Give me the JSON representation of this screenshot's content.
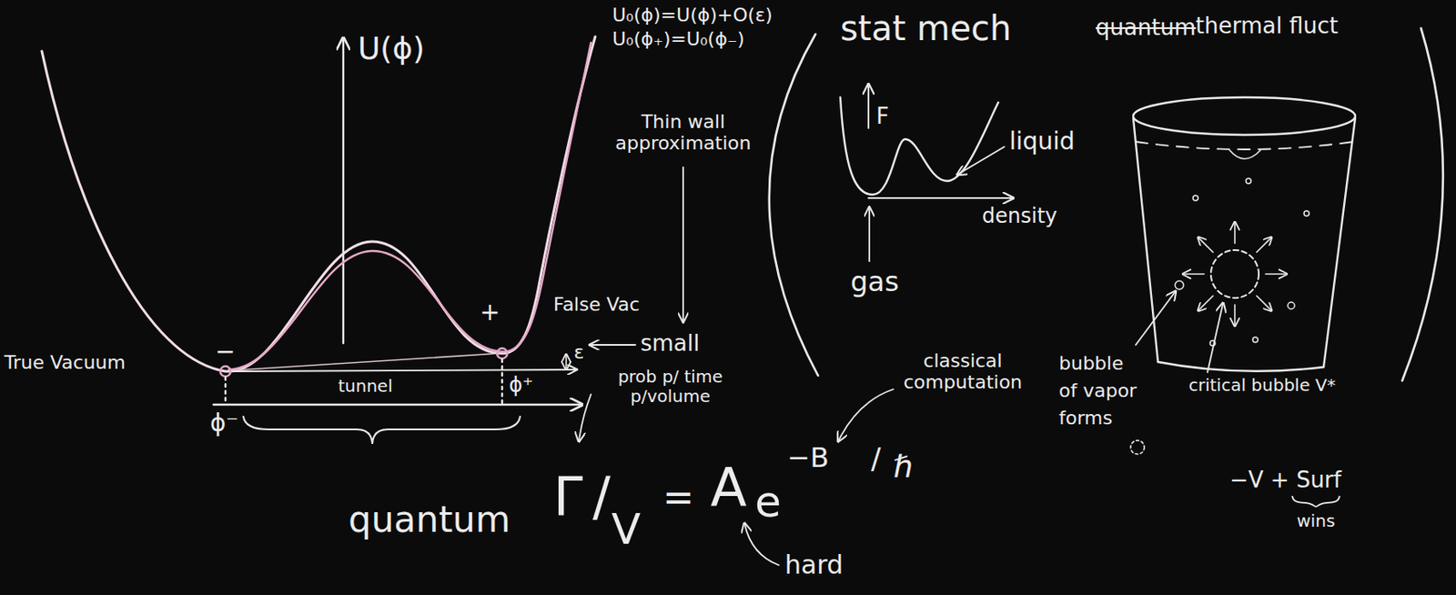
{
  "diagram": {
    "labels": [
      "U(ϕ)",
      "U₀(ϕ)=U(ϕ)+O(ε)",
      "U₀(ϕ₊)=U₀(ϕ₋)",
      "Thin wall approximation",
      "stat mech",
      "quantum",
      "thermal fluct",
      "F",
      "liquid",
      "density",
      "gas",
      "True Vacuum",
      "−",
      "+",
      "False Vac",
      "ε",
      "small",
      "tunnel",
      "ϕ⁻",
      "ϕ⁺",
      "prob p/ time p/volume",
      "classical computation",
      "bubble of vapor forms",
      "critical bubble V*",
      "quantum",
      "Γ",
      "/",
      "V",
      "=",
      "A",
      "e",
      "−B",
      "/",
      "ℏ",
      "hard",
      "−V + Surf",
      "wins"
    ]
  }
}
